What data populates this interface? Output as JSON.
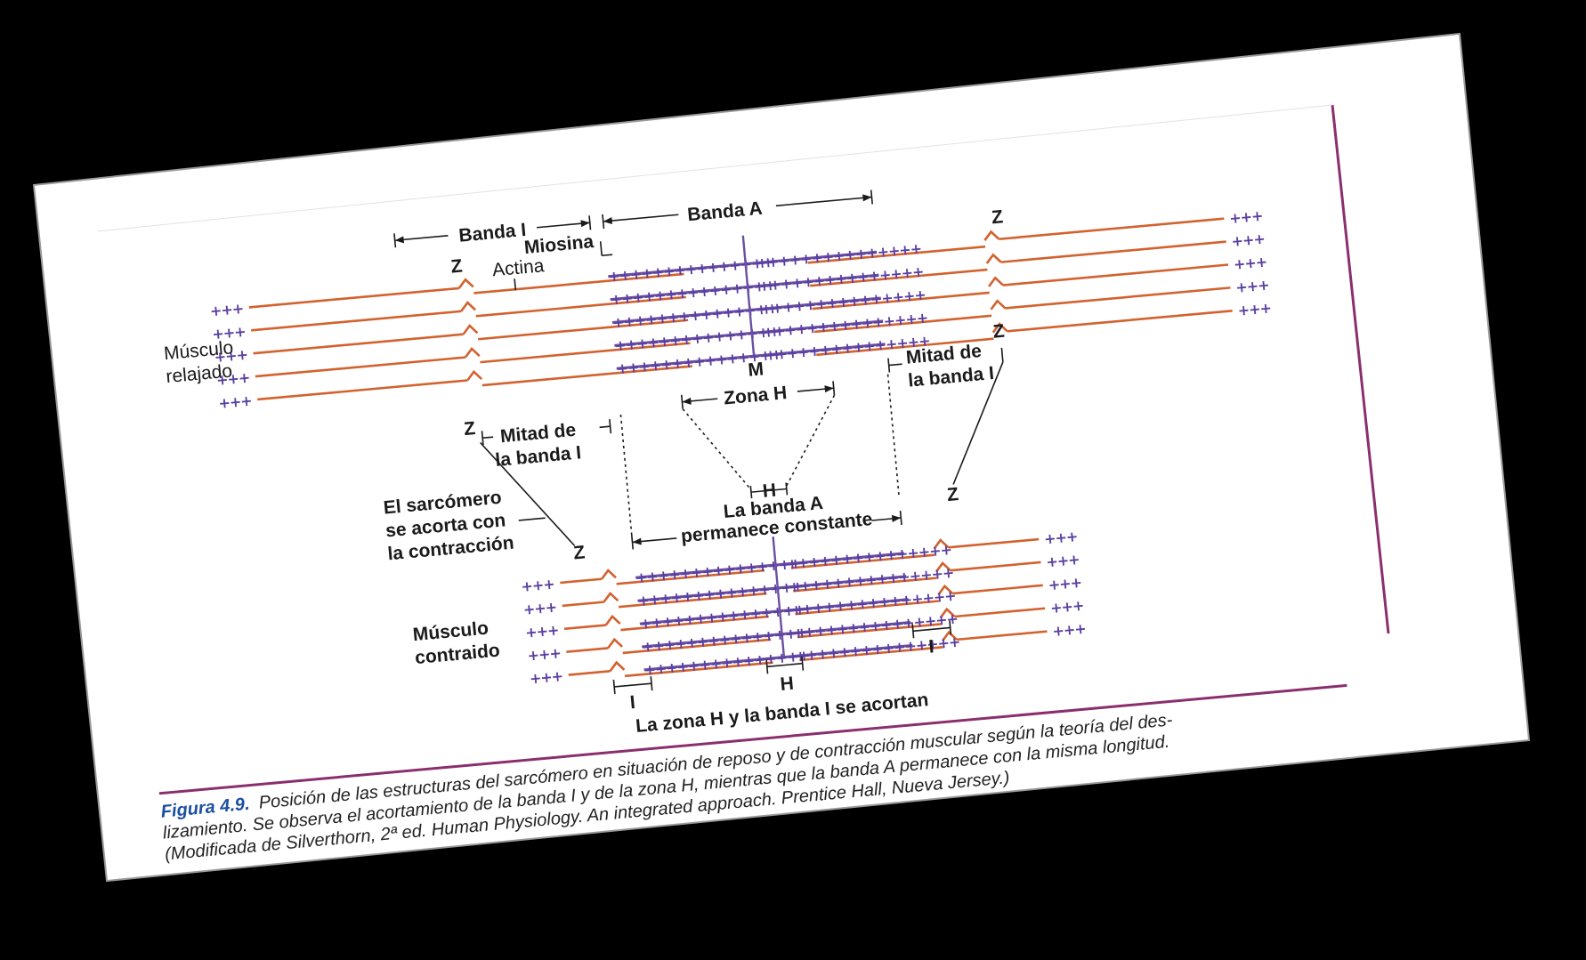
{
  "colors": {
    "background": "#000000",
    "paper": "#ffffff",
    "actin": "#d2622f",
    "myosin": "#6a4fa3",
    "frame": "#8a2f6e",
    "figure_label": "#1c4fa0"
  },
  "diagram": {
    "relaxed": {
      "label_line1": "Músculo",
      "label_line2": "relajado",
      "band_i": "Banda I",
      "band_a": "Banda A",
      "myosin": "Miosina",
      "actin": "Actina",
      "z_left": "Z",
      "z_right_top": "Z",
      "z_right_bottom": "Z",
      "m_line": "M",
      "h_zone": "Zona H",
      "half_i_left_line1": "Mitad de",
      "half_i_left_line2": "la banda I",
      "half_i_right_line1": "Mitad de",
      "half_i_right_line2": "la banda I",
      "z_below_left": "Z"
    },
    "middle": {
      "shortens_line1": "El sarcómero",
      "shortens_line2": "se acorta con",
      "shortens_line3": "la contracción",
      "h_small": "H",
      "a_const_line1": "La banda A",
      "a_const_line2": "permanece constante"
    },
    "contracted": {
      "label_line1": "Músculo",
      "label_line2": "contraido",
      "z_left": "Z",
      "z_right": "Z",
      "i_left": "I",
      "i_right": "I",
      "h": "H",
      "conclusion": "La zona H y la banda I se acortan"
    }
  },
  "caption": {
    "figure_label": "Figura 4.9.",
    "line1": "Posición de las estructuras del sarcómero en situación de reposo y de contracción muscular según la teoría del des-",
    "line2": "lizamiento. Se observa el acortamiento de la banda I y de la zona H, mientras que la banda A permanece con la misma longitud.",
    "line3": "(Modificada de Silverthorn, 2ª ed. Human Physiology. An integrated approach. Prentice Hall, Nueva Jersey.)"
  },
  "glyphs": {
    "thick_filament": "+++++++++++++++",
    "thin_tip": "+++"
  }
}
